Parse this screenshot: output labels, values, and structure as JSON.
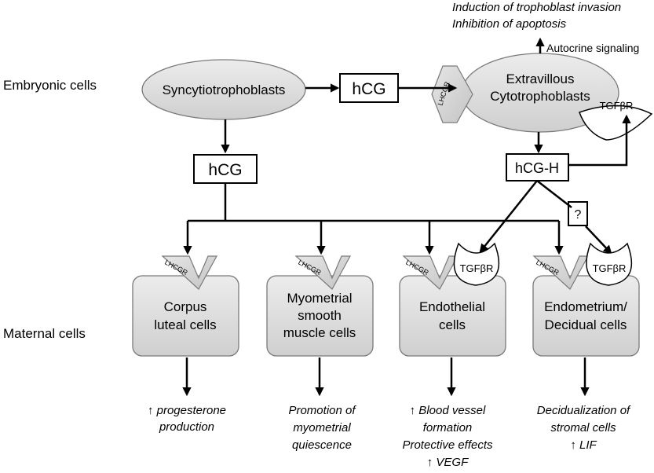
{
  "row_labels": {
    "embryonic": "Embryonic cells",
    "maternal": "Maternal cells"
  },
  "embryonic": {
    "syncytio": "Syncytiotrophoblasts",
    "evt_line1": "Extravillous",
    "evt_line2": "Cytotrophoblasts"
  },
  "hormones": {
    "hcg_top": "hCG",
    "hcg_left": "hCG",
    "hcg_h": "hCG-H",
    "unknown": "?"
  },
  "receptors": {
    "lhcgr": "LHCGR",
    "tgfbr": "TGFβR"
  },
  "autocrine": {
    "label": "Autocrine signaling",
    "effect1": "Induction of trophoblast invasion",
    "effect2": "Inhibition of apoptosis"
  },
  "maternal": [
    {
      "line1": "Corpus",
      "line2": "luteal cells"
    },
    {
      "line1": "Myometrial",
      "line2": "smooth",
      "line3": "muscle cells"
    },
    {
      "line1": "Endothelial",
      "line2": "cells"
    },
    {
      "line1": "Endometrium/",
      "line2": "Decidual cells"
    }
  ],
  "outcomes": [
    {
      "l1": "↑ progesterone",
      "l2": "production"
    },
    {
      "l1": "Promotion of",
      "l2": "myometrial",
      "l3": "quiescence"
    },
    {
      "l1": "↑ Blood vessel",
      "l2": "formation",
      "l3": "Protective effects",
      "l4": "↑ VEGF"
    },
    {
      "l1": "Decidualization of",
      "l2": "stromal cells",
      "l3": "↑ LIF"
    }
  ],
  "colors": {
    "node_fill": "#d9d9d9",
    "node_stroke": "#7a7a7a",
    "line": "#000000"
  }
}
